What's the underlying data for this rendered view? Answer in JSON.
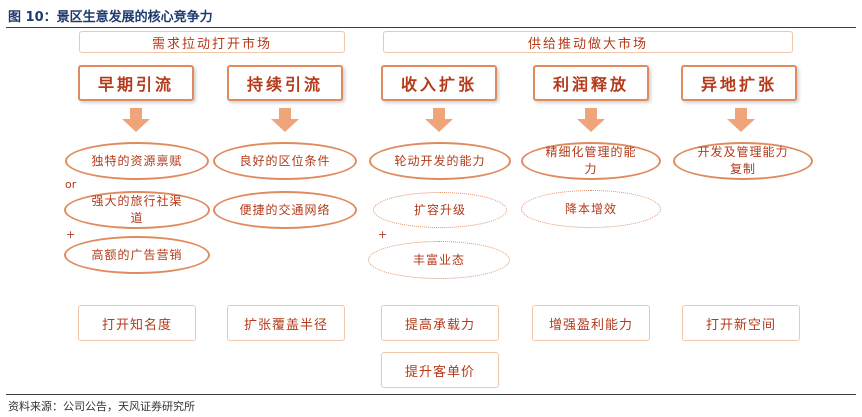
{
  "title": "图 10：景区生意发展的核心竞争力",
  "source": "资料来源：公司公告，天风证券研究所",
  "banners": {
    "demand": "需求拉动打开市场",
    "supply": "供给推动做大市场"
  },
  "columns": [
    {
      "head": "早期引流",
      "drivers": [
        "独特的资源禀赋",
        "强大的旅行社渠道",
        "高额的广告营销"
      ],
      "operators": [
        "or",
        "+"
      ],
      "results": [
        "打开知名度"
      ]
    },
    {
      "head": "持续引流",
      "drivers": [
        "良好的区位条件",
        "便捷的交通网络"
      ],
      "results": [
        "扩张覆盖半径"
      ]
    },
    {
      "head": "收入扩张",
      "drivers": [
        "轮动开发的能力",
        "扩容升级",
        "丰富业态"
      ],
      "operators": [
        "+"
      ],
      "results": [
        "提高承载力",
        "提升客单价"
      ]
    },
    {
      "head": "利润释放",
      "drivers": [
        "精细化管理的能力",
        "降本增效"
      ],
      "results": [
        "增强盈利能力"
      ]
    },
    {
      "head": "异地扩张",
      "drivers": [
        "开发及管理能力复制"
      ],
      "results": [
        "打开新空间"
      ]
    }
  ],
  "colors": {
    "accent": "#b33a1b",
    "border": "#e08b5e",
    "arrow": "#f0a47a",
    "light_border": "#f0c8a9",
    "title": "#1f3a6e"
  }
}
